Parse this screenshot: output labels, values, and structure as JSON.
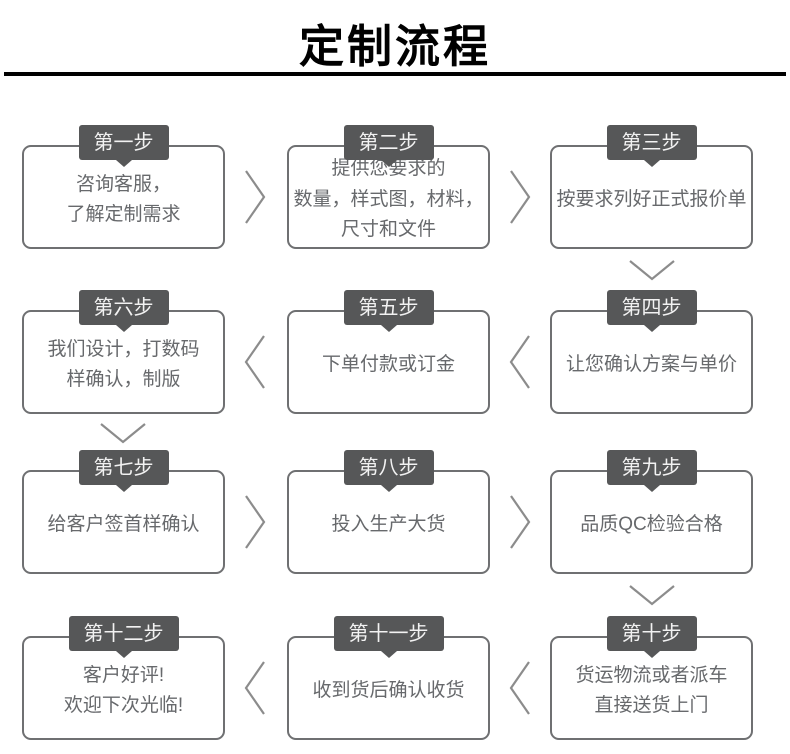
{
  "title": "定制流程",
  "steps": [
    {
      "label": "第一步",
      "text": "咨询客服，\n了解定制需求"
    },
    {
      "label": "第二步",
      "text": "提供您要求的\n数量，样式图，材料，\n尺寸和文件"
    },
    {
      "label": "第三步",
      "text": "按要求列好正式报价单"
    },
    {
      "label": "第四步",
      "text": "让您确认方案与单价"
    },
    {
      "label": "第五步",
      "text": "下单付款或订金"
    },
    {
      "label": "第六步",
      "text": "我们设计，打数码\n样确认，制版"
    },
    {
      "label": "第七步",
      "text": "给客户签首样确认"
    },
    {
      "label": "第八步",
      "text": "投入生产大货"
    },
    {
      "label": "第九步",
      "text": "品质QC检验合格"
    },
    {
      "label": "第十步",
      "text": "货运物流或者派车\n直接送货上门"
    },
    {
      "label": "第十一步",
      "text": "收到货后确认收货"
    },
    {
      "label": "第十二步",
      "text": "客户好评!\n欢迎下次光临!"
    }
  ],
  "icons": {
    "arrow_right": "chevron-right",
    "arrow_left": "chevron-left",
    "arrow_down": "chevron-down"
  },
  "colors": {
    "tab_background": "#565758",
    "tab_text": "#f2f2f2",
    "box_border": "#6f7072",
    "box_text": "#67696c",
    "arrow": "#8c8c8c",
    "title_text": "#000000",
    "divider": "#000000",
    "page_background": "#ffffff"
  }
}
